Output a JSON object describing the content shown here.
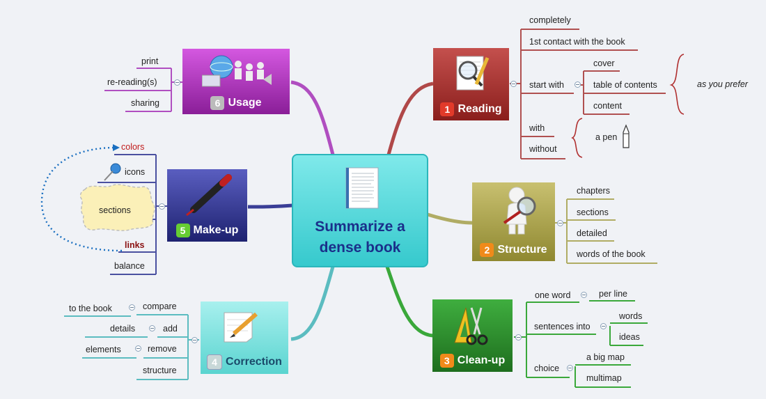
{
  "central": {
    "title_line1": "Summarize a",
    "title_line2": "dense book"
  },
  "reading": {
    "num": "1",
    "title": "Reading",
    "items": {
      "completely": "completely",
      "first_contact": "1st contact with the book",
      "start_with": "start with",
      "cover": "cover",
      "toc": "table of contents",
      "content": "content",
      "as_you_prefer": "as you prefer",
      "with": "with",
      "without": "without",
      "a_pen": "a pen"
    }
  },
  "structure": {
    "num": "2",
    "title": "Structure",
    "items": [
      "chapters",
      "sections",
      "detailed",
      "words of the book"
    ]
  },
  "cleanup": {
    "num": "3",
    "title": "Clean-up",
    "items": {
      "one_word": "one word",
      "per_line": "per line",
      "sentences_into": "sentences into",
      "words": "words",
      "ideas": "ideas",
      "choice": "choice",
      "a_big_map": "a big map",
      "multimap": "multimap"
    }
  },
  "correction": {
    "num": "4",
    "title": "Correction",
    "items": {
      "to_the_book": "to the book",
      "compare": "compare",
      "details": "details",
      "add": "add",
      "elements": "elements",
      "remove": "remove",
      "structure": "structure"
    }
  },
  "makeup": {
    "num": "5",
    "title": "Make-up",
    "items": {
      "colors": "colors",
      "icons": "icons",
      "sections": "sections",
      "links": "links",
      "balance": "balance"
    }
  },
  "usage": {
    "num": "6",
    "title": "Usage",
    "items": [
      "print",
      "re-reading(s)",
      "sharing"
    ]
  },
  "colors": {
    "reading": "#b83a3a",
    "structure": "#a7a042",
    "cleanup": "#2a9b2a",
    "correction": "#55c8c4",
    "makeup": "#2b2f8f",
    "usage": "#a43ab6",
    "link_dots": "#1a6fc0",
    "colors_label": "#c01a1a",
    "links_label": "#8a1010"
  }
}
